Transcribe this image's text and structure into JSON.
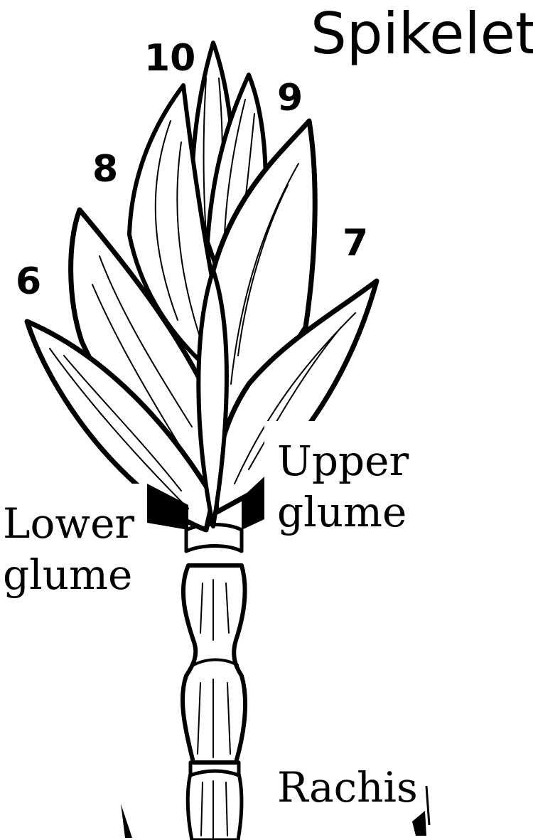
{
  "title": "Spikelet",
  "floret_numbers": {
    "n6": "6",
    "n7": "7",
    "n8": "8",
    "n9": "9",
    "n10": "10"
  },
  "labels": {
    "lower_glume_line1": "Lower",
    "lower_glume_line2": "glume",
    "upper_glume_line1": "Upper",
    "upper_glume_line2": "glume",
    "rachis": "Rachis"
  },
  "colors": {
    "ink": "#000000",
    "paper": "#ffffff"
  }
}
